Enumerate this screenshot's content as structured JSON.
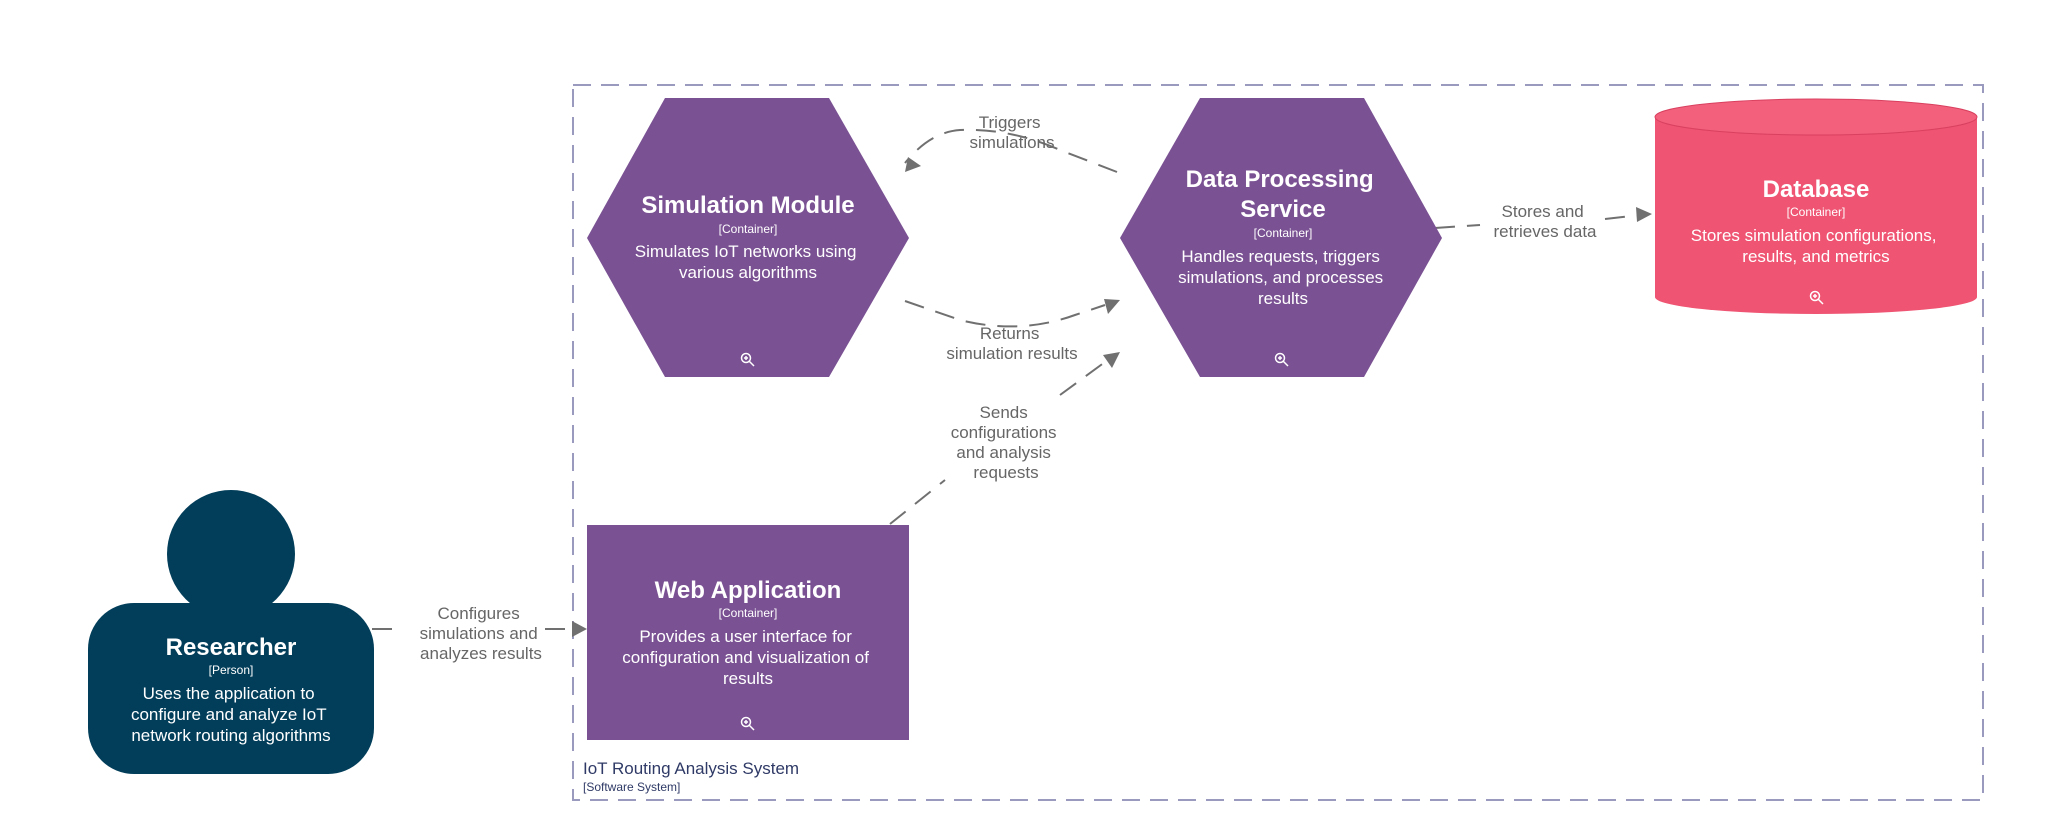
{
  "colors": {
    "container": "#7a5193",
    "person": "#023e5a",
    "database": "#ef5472",
    "database_top": "#f2607c",
    "edge": "#707070",
    "edge_label": "#666666",
    "boundary": "#9a9abf",
    "boundary_label": "#2f3a66"
  },
  "boundary": {
    "name": "IoT Routing Analysis System",
    "type": "[Software System]"
  },
  "nodes": {
    "simulation": {
      "title": "Simulation Module",
      "tag": "[Container]",
      "desc": [
        "Simulates IoT networks using",
        "various algorithms"
      ],
      "icon": "zoom-in-icon"
    },
    "processing": {
      "title": [
        "Data Processing",
        "Service"
      ],
      "tag": "[Container]",
      "desc": [
        "Handles requests, triggers",
        "simulations, and processes",
        "results"
      ],
      "icon": "zoom-in-icon"
    },
    "database": {
      "title": "Database",
      "tag": "[Container]",
      "desc": [
        "Stores simulation configurations,",
        "results, and metrics"
      ],
      "icon": "zoom-in-icon"
    },
    "webapp": {
      "title": "Web Application",
      "tag": "[Container]",
      "desc": [
        "Provides a user interface for",
        "configuration and visualization of",
        "results"
      ],
      "icon": "zoom-in-icon"
    },
    "researcher": {
      "title": "Researcher",
      "tag": "[Person]",
      "desc": [
        "Uses the application to",
        "configure and analyze IoT",
        "network routing algorithms"
      ]
    }
  },
  "edges": {
    "triggers": [
      "Triggers",
      "simulations"
    ],
    "returns": [
      "Returns",
      "simulation results"
    ],
    "stores": [
      "Stores and",
      "retrieves data"
    ],
    "sends": [
      "Sends",
      "configurations",
      "and analysis",
      "requests"
    ],
    "configures": [
      "Configures",
      "simulations and",
      "analyzes results"
    ]
  }
}
